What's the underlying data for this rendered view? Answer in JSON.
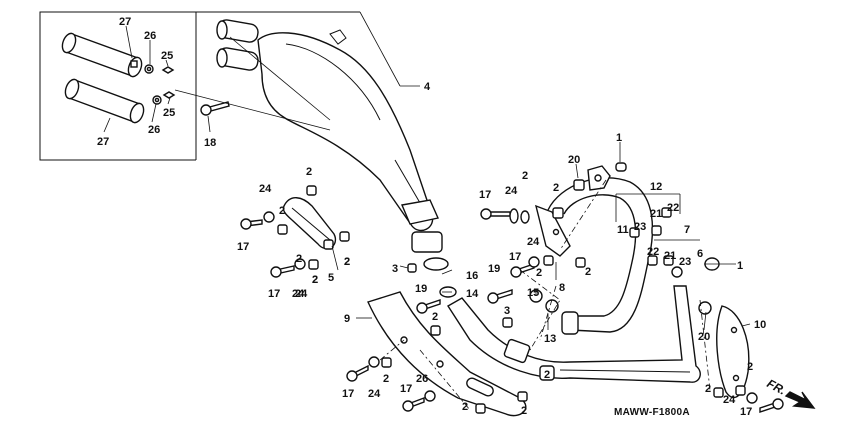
{
  "diagram_code": "MAWW-F1800A",
  "direction_label": "FR.",
  "callouts": [
    {
      "id": "c27a",
      "text": "27"
    },
    {
      "id": "c26a",
      "text": "26"
    },
    {
      "id": "c25a",
      "text": "25"
    },
    {
      "id": "c25b",
      "text": "25"
    },
    {
      "id": "c26b",
      "text": "26"
    },
    {
      "id": "c27b",
      "text": "27"
    },
    {
      "id": "c4",
      "text": "4"
    },
    {
      "id": "c18",
      "text": "18"
    },
    {
      "id": "c1a",
      "text": "1"
    },
    {
      "id": "c20a",
      "text": "20"
    },
    {
      "id": "c12",
      "text": "12"
    },
    {
      "id": "c11",
      "text": "11"
    },
    {
      "id": "c21a",
      "text": "21"
    },
    {
      "id": "c22a",
      "text": "22"
    },
    {
      "id": "c23a",
      "text": "23"
    },
    {
      "id": "c7",
      "text": "7"
    },
    {
      "id": "c22b",
      "text": "22"
    },
    {
      "id": "c21b",
      "text": "21"
    },
    {
      "id": "c6",
      "text": "6"
    },
    {
      "id": "c23b",
      "text": "23"
    },
    {
      "id": "c1b",
      "text": "1"
    },
    {
      "id": "c2a",
      "text": "2"
    },
    {
      "id": "c24a",
      "text": "24"
    },
    {
      "id": "c2b",
      "text": "2"
    },
    {
      "id": "c17a",
      "text": "17"
    },
    {
      "id": "c2c",
      "text": "2"
    },
    {
      "id": "c24b",
      "text": "24"
    },
    {
      "id": "c2d",
      "text": "2"
    },
    {
      "id": "c2e",
      "text": "2"
    },
    {
      "id": "c17b",
      "text": "17"
    },
    {
      "id": "c24c",
      "text": "24"
    },
    {
      "id": "c2f",
      "text": "2"
    },
    {
      "id": "c5",
      "text": "5"
    },
    {
      "id": "c2g",
      "text": "2"
    },
    {
      "id": "c3a",
      "text": "3"
    },
    {
      "id": "c16",
      "text": "16"
    },
    {
      "id": "c14",
      "text": "14"
    },
    {
      "id": "c17c",
      "text": "17"
    },
    {
      "id": "c24d",
      "text": "24"
    },
    {
      "id": "c2h",
      "text": "2"
    },
    {
      "id": "c2i",
      "text": "2"
    },
    {
      "id": "c24e",
      "text": "24"
    },
    {
      "id": "c17d",
      "text": "17"
    },
    {
      "id": "c2j",
      "text": "2"
    },
    {
      "id": "c8",
      "text": "8"
    },
    {
      "id": "c2k",
      "text": "2"
    },
    {
      "id": "c19a",
      "text": "19"
    },
    {
      "id": "c19b",
      "text": "19"
    },
    {
      "id": "c2l",
      "text": "2"
    },
    {
      "id": "c15",
      "text": "15"
    },
    {
      "id": "c3b",
      "text": "3"
    },
    {
      "id": "c13",
      "text": "13"
    },
    {
      "id": "c9",
      "text": "9"
    },
    {
      "id": "c2m",
      "text": "2"
    },
    {
      "id": "c10",
      "text": "10"
    },
    {
      "id": "c20b",
      "text": "20"
    },
    {
      "id": "c2n",
      "text": "2"
    },
    {
      "id": "c17e",
      "text": "17"
    },
    {
      "id": "c24f",
      "text": "24"
    },
    {
      "id": "c2o",
      "text": "2"
    },
    {
      "id": "c26c",
      "text": "26"
    },
    {
      "id": "c17f",
      "text": "17"
    },
    {
      "id": "c2p",
      "text": "2"
    },
    {
      "id": "c2q",
      "text": "2"
    },
    {
      "id": "c2r",
      "text": "2"
    },
    {
      "id": "c24g",
      "text": "24"
    },
    {
      "id": "c17g",
      "text": "17"
    }
  ]
}
